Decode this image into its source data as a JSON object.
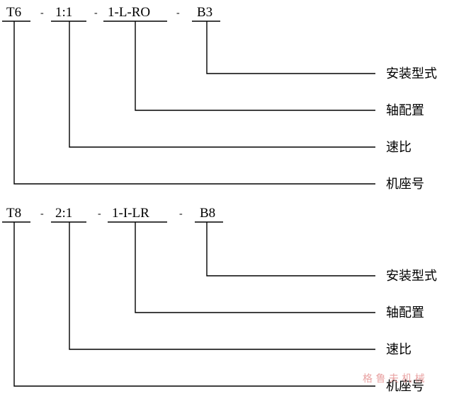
{
  "blocks": [
    {
      "codes": [
        "T6",
        "1:1",
        "1-L-RO",
        "B3"
      ],
      "separators": [
        "-",
        "-",
        "-"
      ],
      "labels": [
        "安装型式",
        "轴配置",
        "速比",
        "机座号"
      ]
    },
    {
      "codes": [
        "T8",
        "2:1",
        "1-I-LR",
        "B8"
      ],
      "separators": [
        "-",
        "-",
        "-"
      ],
      "labels": [
        "安装型式",
        "轴配置",
        "速比",
        "机座号"
      ]
    }
  ],
  "watermark": "格 鲁 夫 机 械"
}
